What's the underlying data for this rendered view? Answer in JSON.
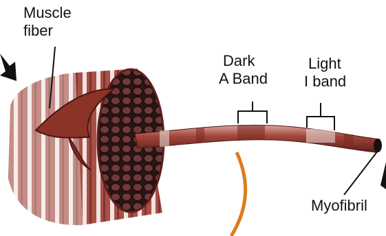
{
  "labels": {
    "muscle_fiber": [
      "Muscle",
      "fiber"
    ],
    "dark_band": [
      "Dark",
      "A Band"
    ],
    "light_band": [
      "Light",
      "I band"
    ],
    "myofibril": "Myofibril"
  },
  "colors": {
    "background": "#ffffff",
    "muscle_dark": "#7a2a22",
    "muscle_mid": "#a3473c",
    "muscle_light": "#d9a8a0",
    "muscle_stripe": "#efe2df",
    "fibril_end": "#1a0f10",
    "leader_lines": "#111111",
    "orange_accent": "#e07a1f"
  }
}
